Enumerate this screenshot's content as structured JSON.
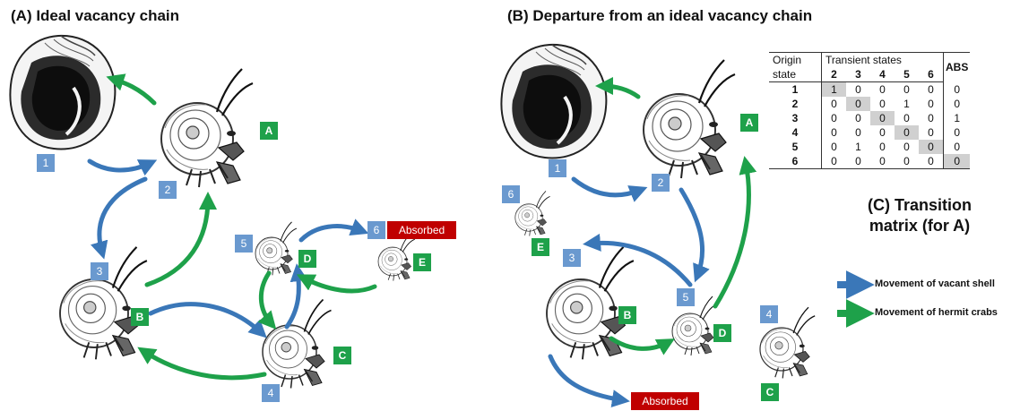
{
  "panel_a": {
    "title": "(A) Ideal vacancy chain",
    "number_labels": [
      "1",
      "2",
      "3",
      "4",
      "5",
      "6"
    ],
    "letter_labels": [
      "A",
      "B",
      "C",
      "D",
      "E"
    ],
    "absorbed_label": "Absorbed"
  },
  "panel_b": {
    "title": "(B) Departure from an ideal vacancy chain",
    "number_labels": [
      "1",
      "2",
      "3",
      "4",
      "5",
      "6"
    ],
    "letter_labels": [
      "A",
      "B",
      "C",
      "D",
      "E"
    ],
    "absorbed_label": "Absorbed"
  },
  "matrix": {
    "header_origin": [
      "Origin",
      "state"
    ],
    "header_transient": "Transient states",
    "header_abs": "ABS",
    "columns": [
      "2",
      "3",
      "4",
      "5",
      "6"
    ],
    "rows": [
      {
        "state": "1",
        "values": [
          "1",
          "0",
          "0",
          "0",
          "0"
        ],
        "abs": "0"
      },
      {
        "state": "2",
        "values": [
          "0",
          "0",
          "0",
          "1",
          "0"
        ],
        "abs": "0"
      },
      {
        "state": "3",
        "values": [
          "0",
          "0",
          "0",
          "0",
          "0"
        ],
        "abs": "1"
      },
      {
        "state": "4",
        "values": [
          "0",
          "0",
          "0",
          "0",
          "0"
        ],
        "abs": "0"
      },
      {
        "state": "5",
        "values": [
          "0",
          "1",
          "0",
          "0",
          "0"
        ],
        "abs": "0"
      },
      {
        "state": "6",
        "values": [
          "0",
          "0",
          "0",
          "0",
          "0"
        ],
        "abs": "0"
      }
    ],
    "caption_line1": "(C) Transition",
    "caption_line2": "matrix (for A)"
  },
  "legend": {
    "vacant_shell": "Movement of vacant shell",
    "hermit_crabs": "Movement of hermit crabs"
  },
  "colors": {
    "blue_arrow": "#3a77b8",
    "green_arrow": "#1ea14a",
    "number_box": "#6a99cf",
    "letter_box": "#1ea14a",
    "absorbed_box": "#c00000"
  },
  "icons": [
    "vacant-shell-icon",
    "hermit-crab-icon"
  ]
}
